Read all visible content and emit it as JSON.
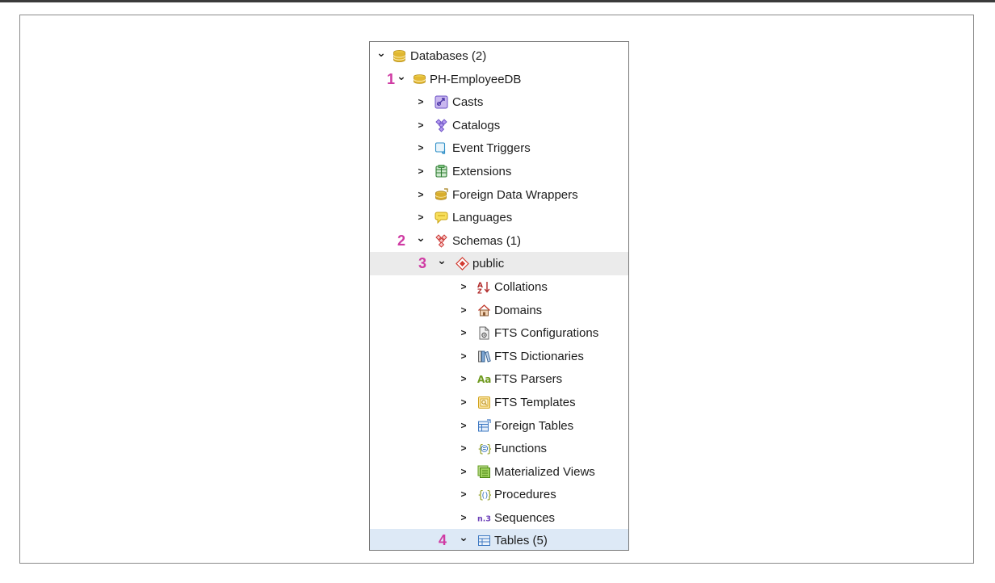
{
  "tree": {
    "databases": {
      "label": "Databases (2)",
      "icon": "database-stack-icon"
    },
    "db": {
      "label": "PH-EmployeeDB",
      "icon": "database-icon",
      "step": "1"
    },
    "db_children": [
      {
        "label": "Casts",
        "icon": "casts-icon"
      },
      {
        "label": "Catalogs",
        "icon": "catalogs-icon"
      },
      {
        "label": "Event Triggers",
        "icon": "event-triggers-icon"
      },
      {
        "label": "Extensions",
        "icon": "extensions-icon"
      },
      {
        "label": "Foreign Data Wrappers",
        "icon": "foreign-data-wrappers-icon"
      },
      {
        "label": "Languages",
        "icon": "languages-icon"
      }
    ],
    "schemas": {
      "label": "Schemas (1)",
      "icon": "schemas-icon",
      "step": "2"
    },
    "public": {
      "label": "public",
      "icon": "schema-public-icon",
      "step": "3"
    },
    "public_children": [
      {
        "label": "Collations",
        "icon": "collations-icon"
      },
      {
        "label": "Domains",
        "icon": "domains-icon"
      },
      {
        "label": "FTS Configurations",
        "icon": "fts-configurations-icon"
      },
      {
        "label": "FTS Dictionaries",
        "icon": "fts-dictionaries-icon"
      },
      {
        "label": "FTS Parsers",
        "icon": "fts-parsers-icon"
      },
      {
        "label": "FTS Templates",
        "icon": "fts-templates-icon"
      },
      {
        "label": "Foreign Tables",
        "icon": "foreign-tables-icon"
      },
      {
        "label": "Functions",
        "icon": "functions-icon"
      },
      {
        "label": "Materialized Views",
        "icon": "materialized-views-icon"
      },
      {
        "label": "Procedures",
        "icon": "procedures-icon"
      },
      {
        "label": "Sequences",
        "icon": "sequences-icon"
      }
    ],
    "tables": {
      "label": "Tables (5)",
      "icon": "tables-icon",
      "step": "4"
    }
  },
  "colors": {
    "step_number": "#cf3aa3",
    "selected_row": "#dde9f6",
    "hover_row": "#ebebeb"
  }
}
